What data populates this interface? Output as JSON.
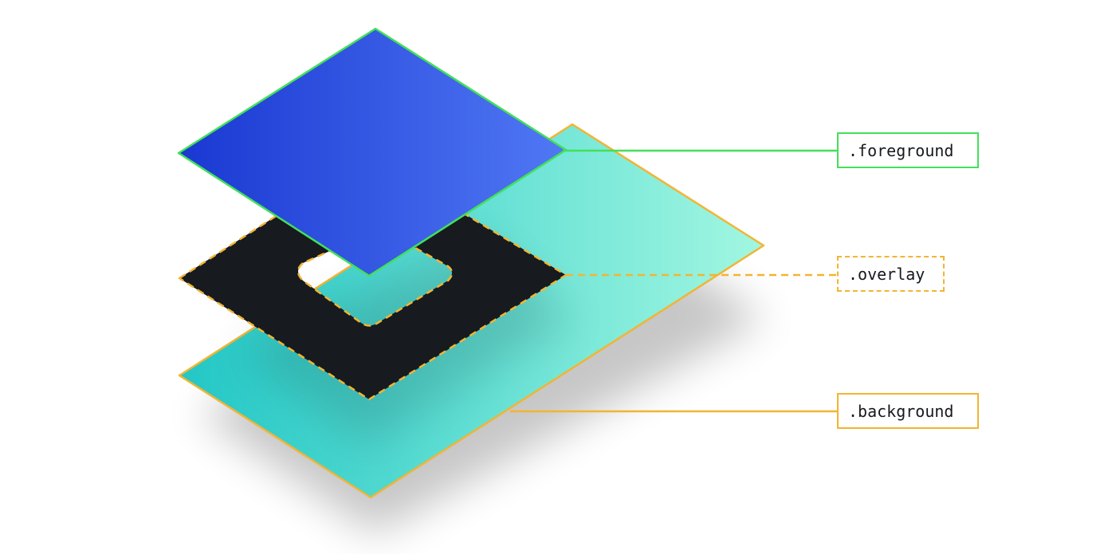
{
  "layers": {
    "foreground": {
      "label": ".foreground",
      "fill_start": "#1a38d2",
      "fill_end": "#5078f4",
      "stroke": "#42e05a"
    },
    "overlay": {
      "label": ".overlay",
      "fill": "#171a1e",
      "stroke": "#f3b432"
    },
    "background": {
      "label": ".background",
      "fill_start": "#22c7c6",
      "fill_end": "#a2f7e1",
      "stroke": "#f3b432"
    }
  }
}
